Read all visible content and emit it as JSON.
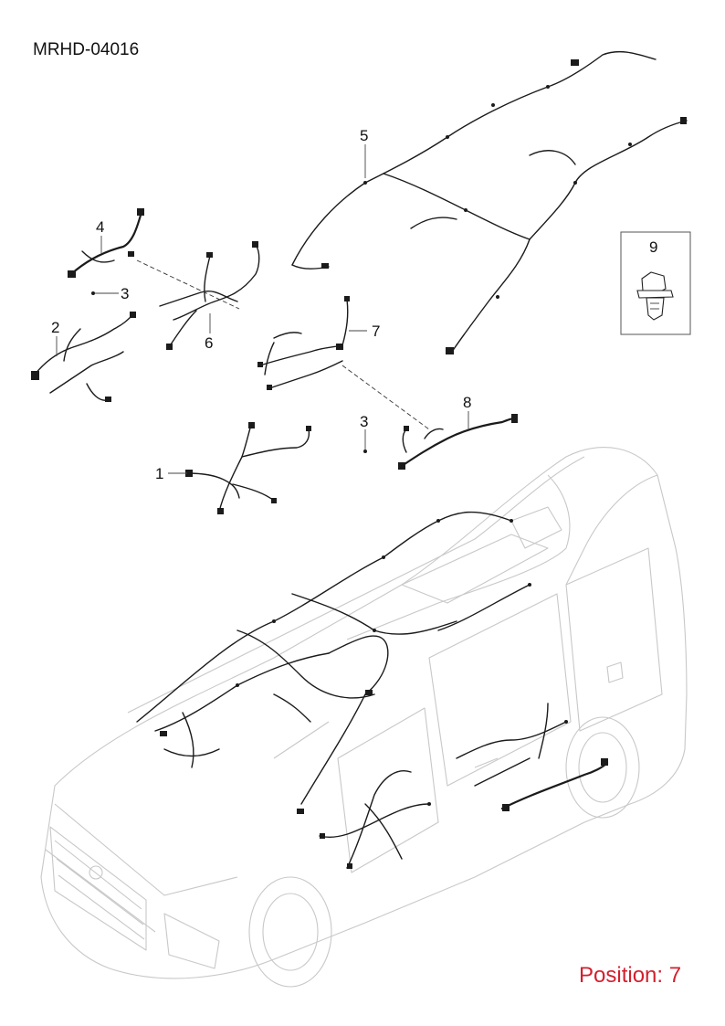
{
  "document": {
    "code": "MRHD-04016"
  },
  "position": {
    "label": "Position: 7"
  },
  "callouts": [
    {
      "id": "1",
      "label": "1"
    },
    {
      "id": "2",
      "label": "2"
    },
    {
      "id": "3a",
      "label": "3"
    },
    {
      "id": "3b",
      "label": "3"
    },
    {
      "id": "4",
      "label": "4"
    },
    {
      "id": "5",
      "label": "5"
    },
    {
      "id": "6",
      "label": "6"
    },
    {
      "id": "7",
      "label": "7"
    },
    {
      "id": "8",
      "label": "8"
    },
    {
      "id": "9",
      "label": "9"
    }
  ]
}
